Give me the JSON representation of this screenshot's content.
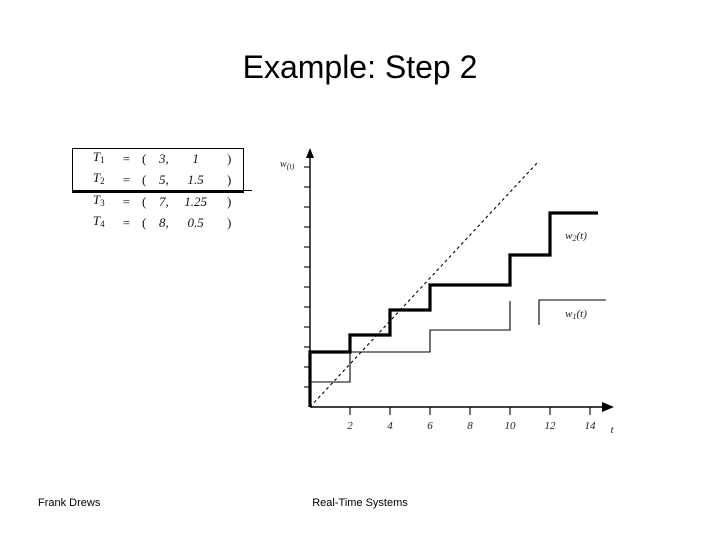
{
  "slide": {
    "title": "Example: Step 2",
    "background_color": "#ffffff",
    "ink_color": "#000000"
  },
  "task_table": {
    "columns": [
      "task",
      "equals",
      "open_paren",
      "period",
      "execution",
      "close_paren"
    ],
    "rows": [
      {
        "task": "T",
        "sub": "1",
        "eq": "=",
        "lpar": "(",
        "p": "3,",
        "e": "1",
        "rpar": ")"
      },
      {
        "task": "T",
        "sub": "2",
        "eq": "=",
        "lpar": "(",
        "p": "5,",
        "e": "1.5",
        "rpar": ")"
      },
      {
        "task": "T",
        "sub": "3",
        "eq": "=",
        "lpar": "(",
        "p": "7,",
        "e": "1.25",
        "rpar": ")"
      },
      {
        "task": "T",
        "sub": "4",
        "eq": "=",
        "lpar": "(",
        "p": "8,",
        "e": "0.5",
        "rpar": ")"
      }
    ]
  },
  "chart_data": {
    "type": "line",
    "title": "",
    "xlabel": "t",
    "ylabel": "w(t)",
    "xlim": [
      0,
      15.2
    ],
    "ylim": [
      0,
      13
    ],
    "grid": false,
    "legend_position": "right-inside",
    "xticks": [
      2,
      4,
      6,
      8,
      10,
      12,
      14
    ],
    "xtick_labels": [
      "2",
      "4",
      "6",
      "8",
      "10",
      "12",
      "14"
    ],
    "yticks": [
      1,
      2,
      3,
      4,
      5,
      6,
      7,
      8,
      9,
      10,
      11,
      12
    ],
    "ytick_labels": [],
    "series": [
      {
        "name": "w1(t)",
        "label": "w",
        "label_sub": "1",
        "label_suffix": "(t)",
        "style": "step-thin",
        "linewidth": 1.1,
        "x": [
          0,
          3,
          3,
          6,
          6,
          9,
          9
        ],
        "y": [
          1,
          1,
          2.5,
          2.5,
          4,
          4,
          5.5
        ]
      },
      {
        "name": "w2(t)",
        "label": "w",
        "label_sub": "2",
        "label_suffix": "(t)",
        "style": "step-thick",
        "linewidth": 3.2,
        "x": [
          0,
          0,
          3,
          3,
          5,
          5,
          6,
          6,
          10,
          10,
          12,
          12,
          15
        ],
        "y": [
          0,
          2.5,
          2.5,
          3.4,
          3.4,
          4.7,
          4.7,
          6.0,
          6.0,
          7.6,
          7.6,
          9.8,
          9.8
        ]
      },
      {
        "name": "identity",
        "label": "",
        "style": "dash-dot",
        "linewidth": 1.1,
        "x": [
          0,
          11.4
        ],
        "y": [
          0,
          12.2
        ]
      }
    ],
    "annotations": [
      {
        "text": "w2(t)",
        "x": 13.0,
        "y": 7.2
      },
      {
        "text": "w1(t)",
        "x": 13.0,
        "y": 4.6
      }
    ]
  },
  "legend": {
    "items": [
      {
        "base": "w",
        "sub": "2",
        "suffix": "(t)"
      },
      {
        "base": "w",
        "sub": "1",
        "suffix": "(t)"
      }
    ]
  },
  "footer": {
    "author": "Frank Drews",
    "subject": "Real-Time Systems"
  }
}
